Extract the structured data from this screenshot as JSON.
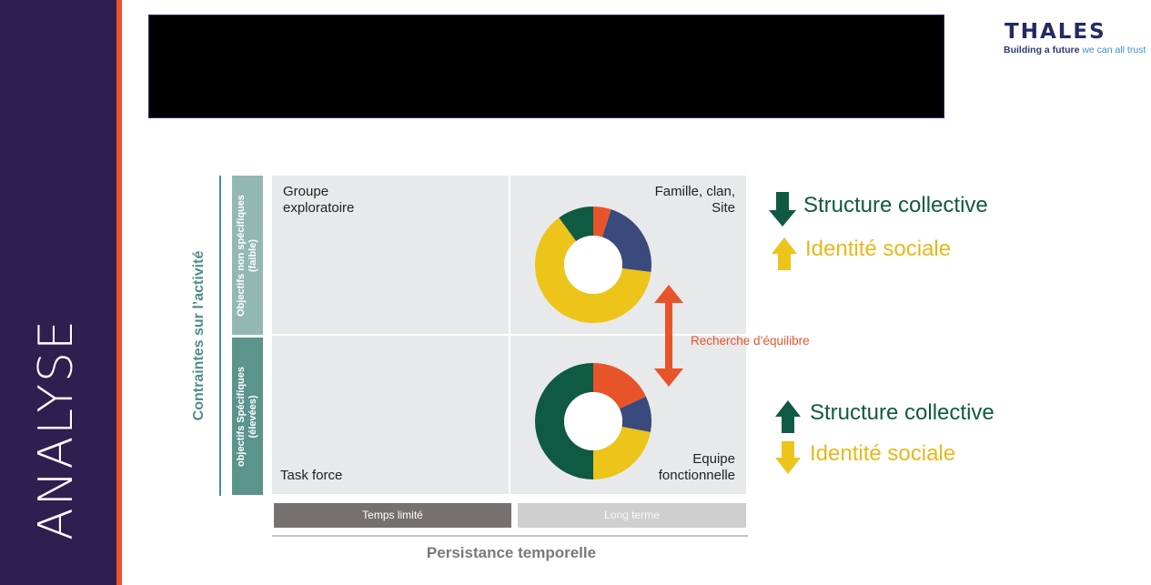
{
  "sidebar": {
    "title": "ANALYSE"
  },
  "logo": {
    "name": "THALES",
    "tagline_main": "Building a future ",
    "tagline_accent": "we can all trust"
  },
  "diagram": {
    "y_axis_label": "Contraintes sur l’activité",
    "y_top_label": [
      "Objectifs non spécifiques",
      "(faible)"
    ],
    "y_bottom_label": [
      "objectifs Spécifiques",
      "(élevées)"
    ],
    "quadrants": {
      "top_left": [
        "Groupe",
        "exploratoire"
      ],
      "top_right": [
        "Famille, clan,",
        "Site"
      ],
      "bottom_left": [
        "Task force"
      ],
      "bottom_right": [
        "Equipe",
        "fonctionnelle"
      ]
    },
    "x_boxes": [
      "Temps limité",
      "Long terme"
    ],
    "x_axis_label": "Persistance temporelle",
    "balance_label": "Recherche d’équilibre",
    "donut_top": [
      {
        "color": "#e8542a",
        "value": 5
      },
      {
        "color": "#3a4a7c",
        "value": 22
      },
      {
        "color": "#ecc41a",
        "value": 63
      },
      {
        "color": "#0f5a43",
        "value": 10
      }
    ],
    "donut_bottom": [
      {
        "color": "#e8542a",
        "value": 18
      },
      {
        "color": "#3a4a7c",
        "value": 10
      },
      {
        "color": "#ecc41a",
        "value": 22
      },
      {
        "color": "#0f5a43",
        "value": 50
      }
    ]
  },
  "legend": [
    {
      "text": "Structure collective",
      "direction": "down",
      "color": "#0f5a43"
    },
    {
      "text": "Identité sociale",
      "direction": "up",
      "color": "#e8b81a"
    },
    {
      "text": "Structure collective",
      "direction": "up",
      "color": "#0f5a43"
    },
    {
      "text": "Identité sociale",
      "direction": "down",
      "color": "#e8b81a"
    }
  ]
}
